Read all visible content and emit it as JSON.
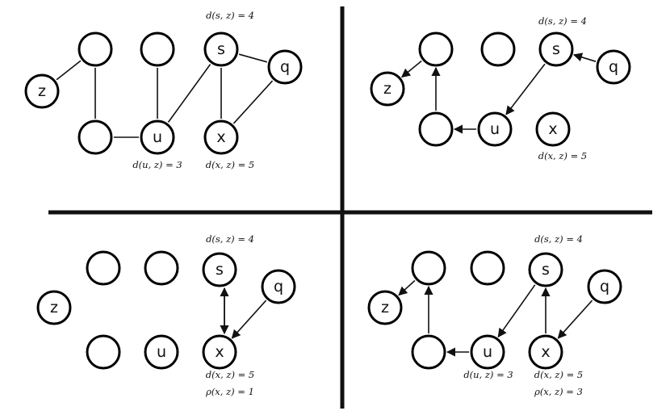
{
  "panels": [
    {
      "id": "top-left",
      "nodes": [
        {
          "id": "a",
          "label": ""
        },
        {
          "id": "b",
          "label": ""
        },
        {
          "id": "s",
          "label": "s"
        },
        {
          "id": "q",
          "label": "q"
        },
        {
          "id": "z",
          "label": "z"
        },
        {
          "id": "c",
          "label": ""
        },
        {
          "id": "u",
          "label": "u"
        },
        {
          "id": "x",
          "label": "x"
        }
      ],
      "edges": [
        {
          "from": "z",
          "to": "a"
        },
        {
          "from": "a",
          "to": "c"
        },
        {
          "from": "c",
          "to": "u"
        },
        {
          "from": "b",
          "to": "u"
        },
        {
          "from": "u",
          "to": "s"
        },
        {
          "from": "s",
          "to": "x"
        },
        {
          "from": "s",
          "to": "q"
        },
        {
          "from": "q",
          "to": "x"
        }
      ],
      "annotations": [
        {
          "id": "ds",
          "text": "d(s, z) = 4"
        },
        {
          "id": "du",
          "text": "d(u, z) = 3"
        },
        {
          "id": "dx",
          "text": "d(x, z) = 5"
        }
      ]
    },
    {
      "id": "top-right",
      "nodes": [
        {
          "id": "a",
          "label": ""
        },
        {
          "id": "b",
          "label": ""
        },
        {
          "id": "s",
          "label": "s"
        },
        {
          "id": "q",
          "label": "q"
        },
        {
          "id": "z",
          "label": "z"
        },
        {
          "id": "c",
          "label": ""
        },
        {
          "id": "u",
          "label": "u"
        },
        {
          "id": "x",
          "label": "x"
        }
      ],
      "arrows": [
        {
          "from": "a",
          "to": "z"
        },
        {
          "from": "c",
          "to": "a"
        },
        {
          "from": "u",
          "to": "c"
        },
        {
          "from": "s",
          "to": "u"
        },
        {
          "from": "q",
          "to": "s"
        }
      ],
      "annotations": [
        {
          "id": "ds",
          "text": "d(s, z) = 4"
        },
        {
          "id": "dx",
          "text": "d(x, z) = 5"
        }
      ]
    },
    {
      "id": "bottom-left",
      "nodes": [
        {
          "id": "a",
          "label": ""
        },
        {
          "id": "b",
          "label": ""
        },
        {
          "id": "s",
          "label": "s"
        },
        {
          "id": "q",
          "label": "q"
        },
        {
          "id": "z",
          "label": "z"
        },
        {
          "id": "c",
          "label": ""
        },
        {
          "id": "u",
          "label": "u"
        },
        {
          "id": "x",
          "label": "x"
        }
      ],
      "arrows": [
        {
          "from": "s",
          "to": "x",
          "offset": -6
        },
        {
          "from": "x",
          "to": "s",
          "offset": 6
        },
        {
          "from": "q",
          "to": "x"
        }
      ],
      "annotations": [
        {
          "id": "ds",
          "text": "d(s, z) = 4"
        },
        {
          "id": "dx",
          "text": "d(x, z) = 5"
        },
        {
          "id": "rx",
          "text": "ρ(x, z) = 1"
        }
      ]
    },
    {
      "id": "bottom-right",
      "nodes": [
        {
          "id": "a",
          "label": ""
        },
        {
          "id": "b",
          "label": ""
        },
        {
          "id": "s",
          "label": "s"
        },
        {
          "id": "q",
          "label": "q"
        },
        {
          "id": "z",
          "label": "z"
        },
        {
          "id": "c",
          "label": ""
        },
        {
          "id": "u",
          "label": "u"
        },
        {
          "id": "x",
          "label": "x"
        }
      ],
      "arrows": [
        {
          "from": "a",
          "to": "z"
        },
        {
          "from": "c",
          "to": "a"
        },
        {
          "from": "u",
          "to": "c"
        },
        {
          "from": "s",
          "to": "u"
        },
        {
          "from": "x",
          "to": "s"
        },
        {
          "from": "q",
          "to": "x"
        }
      ],
      "annotations": [
        {
          "id": "ds",
          "text": "d(s, z) = 4"
        },
        {
          "id": "du",
          "text": "d(u, z) = 3"
        },
        {
          "id": "dx",
          "text": "d(x, z) = 5"
        },
        {
          "id": "rx",
          "text": "ρ(x, z) = 3"
        }
      ]
    }
  ]
}
